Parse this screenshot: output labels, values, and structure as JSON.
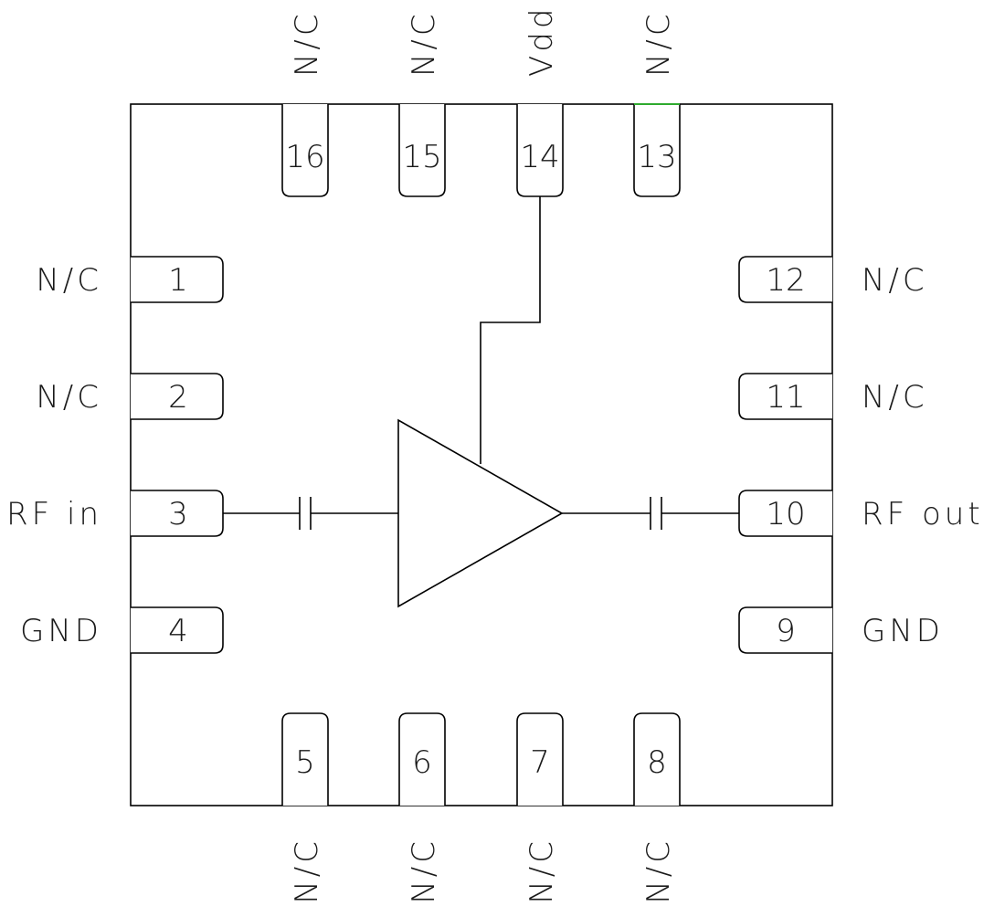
{
  "pins": [
    {
      "number": "1",
      "label": "N/C"
    },
    {
      "number": "2",
      "label": "N/C"
    },
    {
      "number": "3",
      "label": "RF in"
    },
    {
      "number": "4",
      "label": "GND"
    },
    {
      "number": "5",
      "label": "N/C"
    },
    {
      "number": "6",
      "label": "N/C"
    },
    {
      "number": "7",
      "label": "N/C"
    },
    {
      "number": "8",
      "label": "N/C"
    },
    {
      "number": "9",
      "label": "GND"
    },
    {
      "number": "10",
      "label": "RF out"
    },
    {
      "number": "11",
      "label": "N/C"
    },
    {
      "number": "12",
      "label": "N/C"
    },
    {
      "number": "13",
      "label": "N/C"
    },
    {
      "number": "14",
      "label": "Vdd"
    },
    {
      "number": "15",
      "label": "N/C"
    },
    {
      "number": "16",
      "label": "N/C"
    }
  ],
  "colors": {
    "stroke": "#000000",
    "text": "#1a1a1a",
    "pin13_highlight": "#2eaa2e"
  }
}
